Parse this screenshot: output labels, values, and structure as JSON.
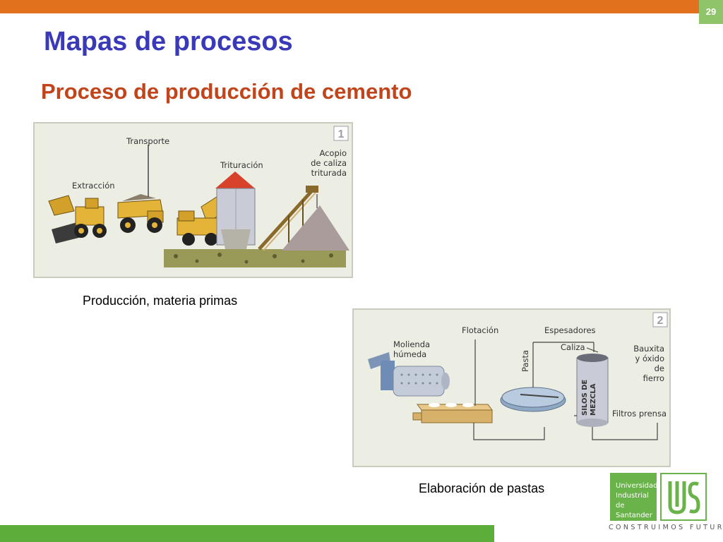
{
  "slide": {
    "page_number": "29",
    "title": "Mapas de procesos",
    "subtitle": "Proceso de producción de cemento"
  },
  "panel1": {
    "number": "1",
    "labels": {
      "extraccion": "Extracción",
      "transporte": "Transporte",
      "trituracion": "Trituración",
      "acopio": [
        "Acopio",
        "de caliza",
        "triturada"
      ]
    },
    "caption": "Producción, materia primas"
  },
  "panel2": {
    "number": "2",
    "labels": {
      "molienda": [
        "Molienda",
        "húmeda"
      ],
      "flotacion": "Flotación",
      "espesadores": "Espesadores",
      "caliza": "Caliza",
      "pasta": "Pasta",
      "bauxita": [
        "Bauxita",
        "y óxido",
        "de fierro"
      ],
      "silos": [
        "SILOS DE",
        "MEZCLA"
      ],
      "filtros": "Filtros prensa"
    },
    "caption": "Elaboración de pastas"
  },
  "logo": {
    "text": [
      "Universidad",
      "Industrial de",
      "Santander"
    ],
    "tagline": "CONSTRUIMOS FUTURO"
  },
  "colors": {
    "top_bar": "#e2711d",
    "page_badge": "#8fc46a",
    "title": "#3a3ab8",
    "subtitle": "#c2441b",
    "bottom_bar": "#5cad3a",
    "logo_green": "#6ab24a"
  }
}
